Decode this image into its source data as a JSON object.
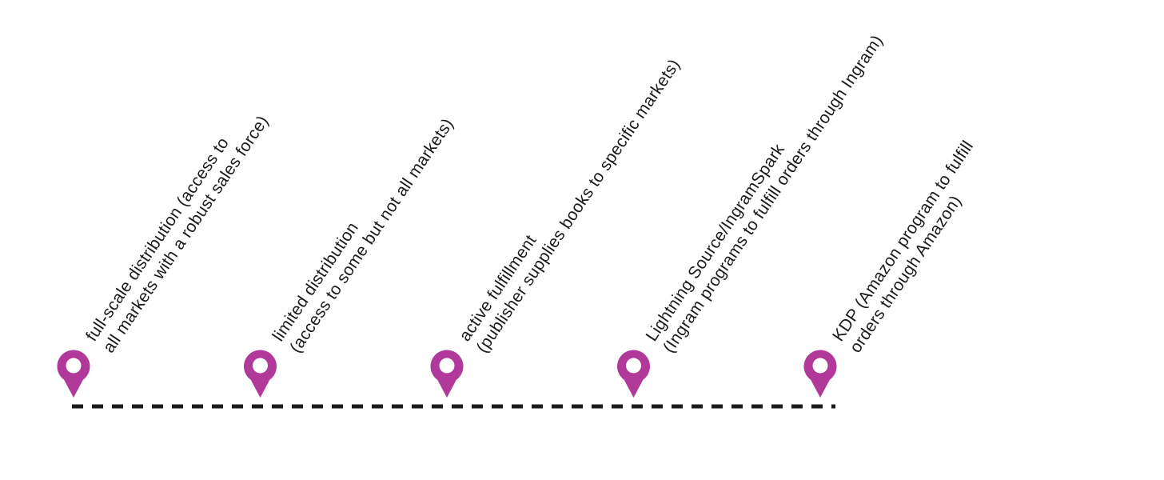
{
  "colors": {
    "pin": "#b1399a",
    "pin_hole": "#ffffff",
    "line": "#1a1a1a",
    "text": "#1a1a1a"
  },
  "timeline": {
    "line_style": "dashed",
    "markers": [
      {
        "icon": "map-pin-icon",
        "lines": [
          "full-scale distribution (access to",
          "all markets with a robust sales force)"
        ]
      },
      {
        "icon": "map-pin-icon",
        "lines": [
          "limited distribution",
          "(access to some but not all markets)"
        ]
      },
      {
        "icon": "map-pin-icon",
        "lines": [
          "active fulfillment",
          "(publisher supplies books to specific markets)"
        ]
      },
      {
        "icon": "map-pin-icon",
        "lines": [
          "Lightning Source/IngramSpark",
          "(Ingram programs to fulfill orders through Ingram)"
        ]
      },
      {
        "icon": "map-pin-icon",
        "lines": [
          "KDP (Amazon program to fulfill",
          "orders through Amazon)"
        ]
      }
    ]
  }
}
